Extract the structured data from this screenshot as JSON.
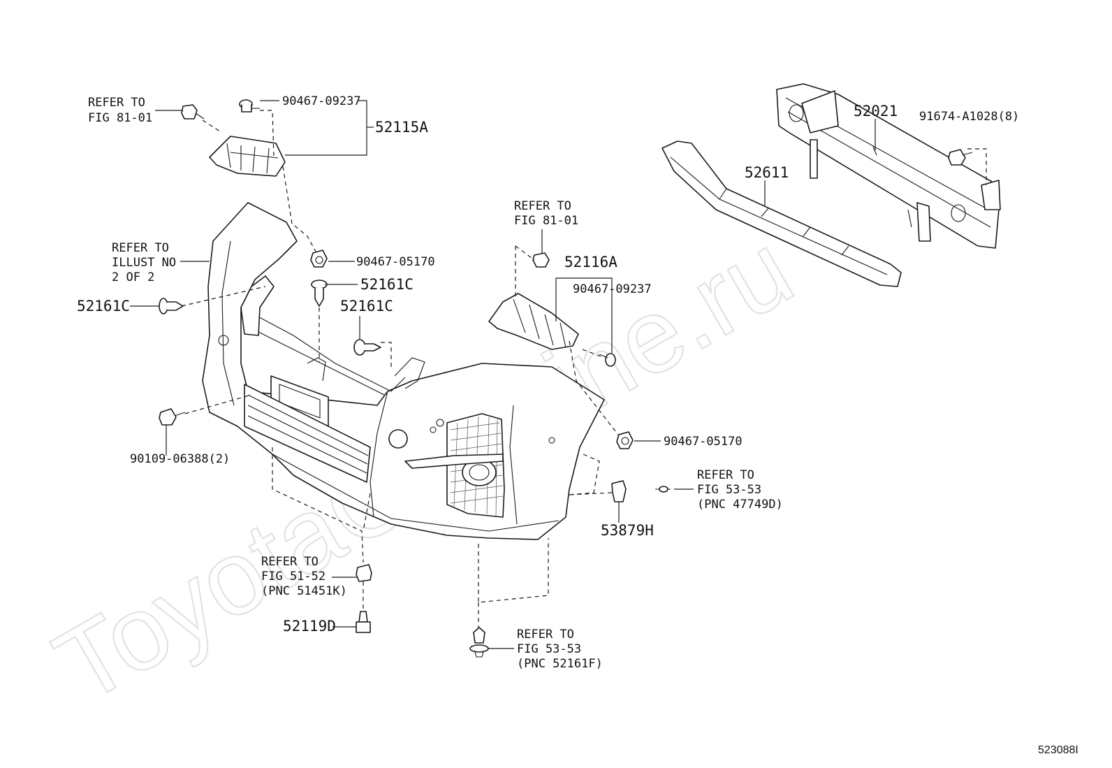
{
  "watermark": "ToyotaCarMine.ru",
  "figure_id": "523088I",
  "labels": {
    "ref_fig_81_01_a": [
      "REFER TO",
      "FIG 81-01"
    ],
    "p_90467_09237_a": "90467-09237",
    "p_52115A": "52115A",
    "ref_illust": [
      "REFER TO",
      "ILLUST NO",
      "2 OF 2"
    ],
    "p_90467_05170_a": "90467-05170",
    "p_52161C_a": "52161C",
    "p_52161C_b": "52161C",
    "p_52161C_c": "52161C",
    "p_90109_06388": "90109-06388(2)",
    "ref_fig_81_01_b": [
      "REFER TO",
      "FIG 81-01"
    ],
    "p_52116A": "52116A",
    "p_90467_09237_b": "90467-09237",
    "p_90467_05170_b": "90467-05170",
    "ref_fig_53_53_a": [
      "REFER TO",
      "FIG 53-53",
      "(PNC 47749D)"
    ],
    "p_53879H": "53879H",
    "ref_fig_51_52": [
      "REFER TO",
      "FIG 51-52",
      "(PNC 51451K)"
    ],
    "p_52119D": "52119D",
    "ref_fig_53_53_b": [
      "REFER TO",
      "FIG 53-53",
      "(PNC 52161F)"
    ],
    "p_52021": "52021",
    "p_91674": "91674-A1028(8)",
    "p_52611": "52611"
  }
}
